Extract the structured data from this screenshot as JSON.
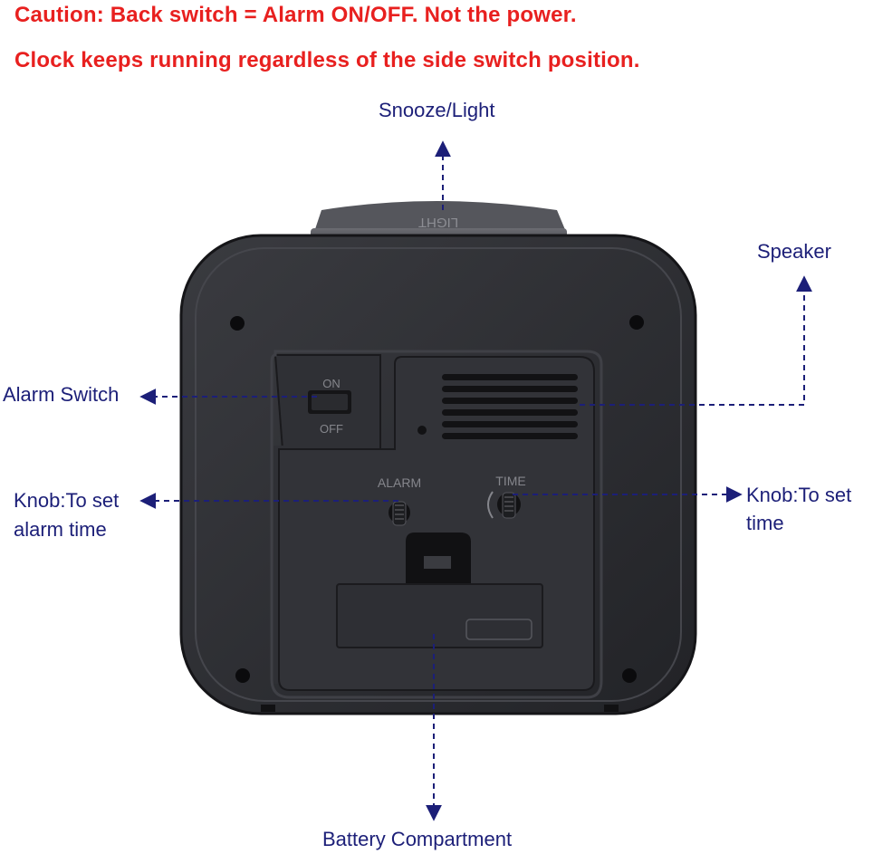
{
  "caution": {
    "line1": "Caution: Back switch = Alarm ON/OFF. Not the power.",
    "line2": "Clock keeps running regardless of the side switch position."
  },
  "callouts": {
    "snooze": "Snooze/Light",
    "speaker": "Speaker",
    "alarm_switch": "Alarm Switch",
    "knob_alarm_line1": "Knob:To set",
    "knob_alarm_line2": "alarm time",
    "knob_time_line1": "Knob:To set",
    "knob_time_line2": "time",
    "battery": "Battery Compartment"
  },
  "device": {
    "switch_on": "ON",
    "switch_off": "OFF",
    "knob_alarm": "ALARM",
    "knob_time": "TIME",
    "top_button": "LIGHT"
  },
  "colors": {
    "caution": "#e8201f",
    "callout": "#1c1f78",
    "body": "#2b2c30"
  }
}
